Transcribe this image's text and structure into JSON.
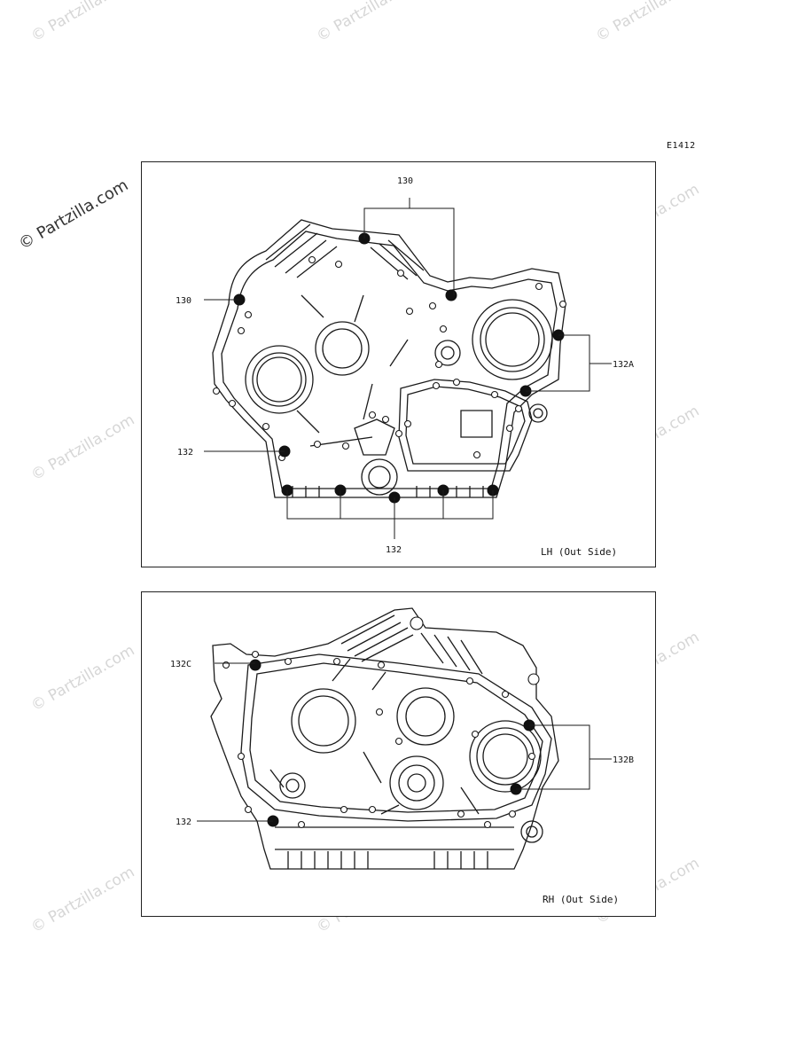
{
  "diagram_code": "E1412",
  "brand": "© Partzilla.com",
  "watermark": "© Partzilla.com",
  "colors": {
    "line": "#1a1a1a",
    "bolt": "#111111",
    "watermark": "#d6d6d6"
  },
  "panels": [
    {
      "caption": "LH (Out Side)",
      "callouts": [
        "130",
        "130",
        "132A",
        "132",
        "132"
      ]
    },
    {
      "caption": "RH (Out Side)",
      "callouts": [
        "132C",
        "132B",
        "132"
      ]
    }
  ]
}
